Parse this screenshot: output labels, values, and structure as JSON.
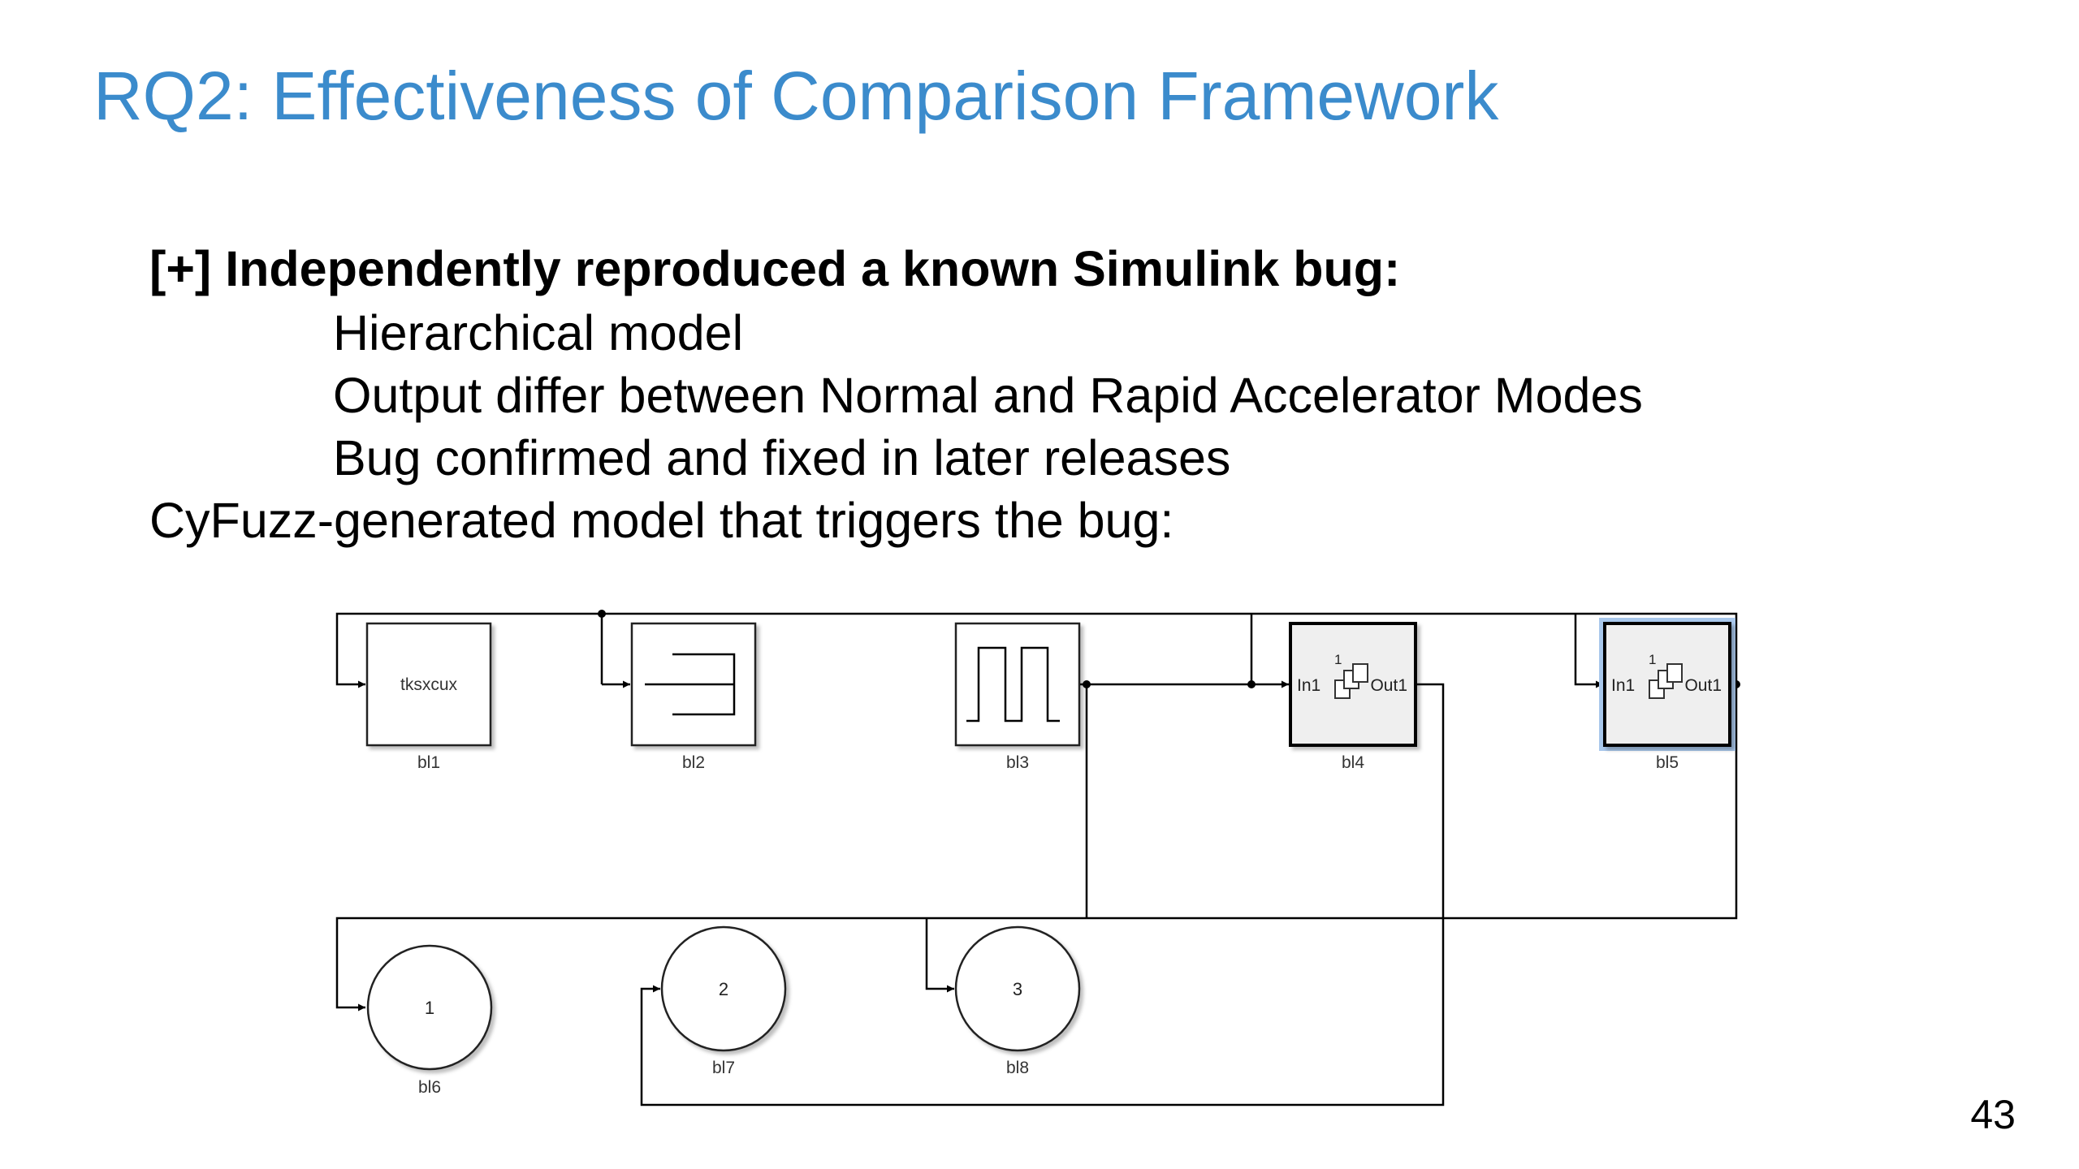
{
  "slide": {
    "title": "RQ2: Effectiveness of Comparison Framework",
    "heading": "[+] Independently reproduced a known Simulink bug:",
    "bullets": [
      "Hierarchical model",
      "Output differ between Normal and Rapid Accelerator Modes",
      "Bug confirmed and fixed in later releases"
    ],
    "diagram_caption": "CyFuzz-generated model that triggers the bug:",
    "page_number": "43"
  },
  "diagram": {
    "blocks": [
      {
        "name": "bl1",
        "label": "bl1",
        "text": "tksxcux"
      },
      {
        "name": "bl2",
        "label": "bl2"
      },
      {
        "name": "bl3",
        "label": "bl3"
      },
      {
        "name": "bl4",
        "label": "bl4",
        "in_port": "In1",
        "out_port": "Out1",
        "inner_mark": "1"
      },
      {
        "name": "bl5",
        "label": "bl5",
        "in_port": "In1",
        "out_port": "Out1",
        "inner_mark": "1",
        "selected": true
      },
      {
        "name": "bl6",
        "label": "bl6",
        "port_number": "1"
      },
      {
        "name": "bl7",
        "label": "bl7",
        "port_number": "2"
      },
      {
        "name": "bl8",
        "label": "bl8",
        "port_number": "3"
      }
    ],
    "colors": {
      "title": "#3b8bcc",
      "selection": "#a9c8ec",
      "subsystem_fill": "#efefef"
    }
  }
}
